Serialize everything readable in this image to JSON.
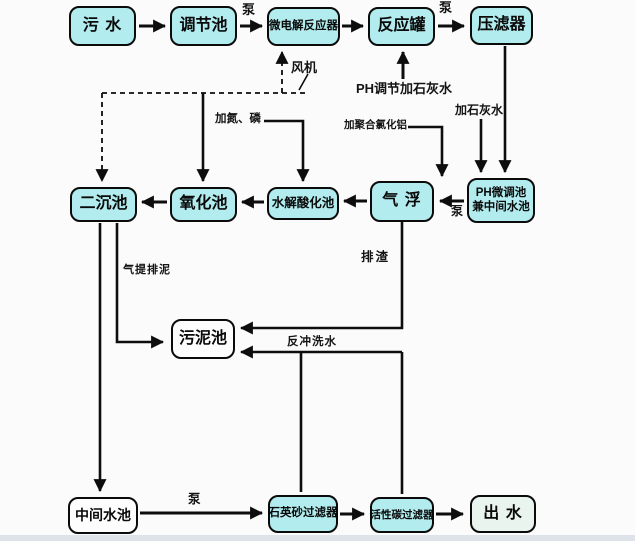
{
  "diagram": {
    "type": "process-flow-diagram",
    "subject": "wastewater treatment process",
    "nodes": {
      "sewage": {
        "label": "污 水"
      },
      "regulating_tank": {
        "label": "调节池"
      },
      "micro_electrolysis_reactor": {
        "label": "微电解反应器"
      },
      "reaction_tank": {
        "label": "反应罐"
      },
      "filter_press": {
        "label": "压滤器"
      },
      "secondary_sedimentation_tank": {
        "label": "二沉池"
      },
      "oxidation_tank": {
        "label": "氧化池"
      },
      "hydrolysis_acidification_tank": {
        "label": "水解酸化池"
      },
      "air_flotation": {
        "label": "气 浮"
      },
      "ph_adjust_tank": {
        "line1": "PH微调池",
        "line2": "兼中间水池"
      },
      "sludge_tank": {
        "label": "污泥池"
      },
      "intermediate_tank": {
        "label": "中间水池"
      },
      "quartz_sand_filter": {
        "label": "石英砂过滤器"
      },
      "activated_carbon_filter": {
        "label": "活性碳过滤器"
      },
      "effluent": {
        "label": "出 水"
      }
    },
    "annotations": {
      "pump_top1": "泵",
      "pump_top2": "泵",
      "pump_middle": "泵",
      "pump_bottom": "泵",
      "blower": "风机",
      "ph_lime": "PH调节加石灰水",
      "lime_water": "加石灰水",
      "pac": "加聚合氯化铝",
      "nitrogen_phosphorus": "加氮、磷",
      "slag_discharge": "排渣",
      "airlift_sludge": "气提排泥",
      "backwash": "反冲洗水"
    },
    "colors": {
      "box_fill": "#b2ecee",
      "box_fill_white": "#fdfdfd",
      "box_fill_pale": "#e9f4ef",
      "box_border": "#0b0b0b",
      "line": "#0d0d0d",
      "background": "#fbfbfb"
    }
  }
}
